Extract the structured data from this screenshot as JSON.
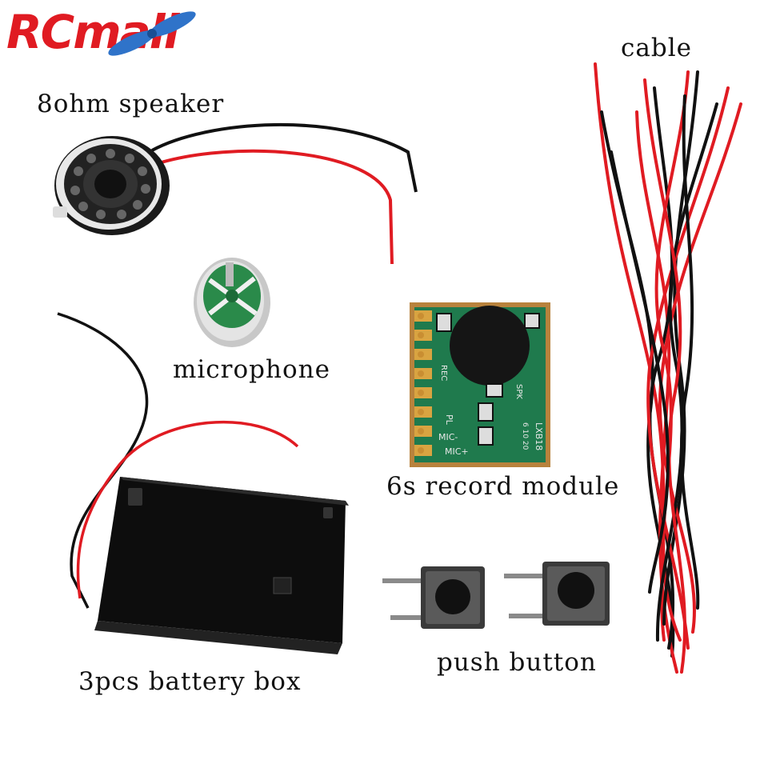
{
  "logo": {
    "text": "RCmall",
    "color": "#e01b22"
  },
  "items": {
    "speaker": "8ohm speaker",
    "microphone": "microphone",
    "module": "6s record module",
    "battery": "3pcs battery box",
    "button": "push button",
    "cable": "cable"
  },
  "pcb_labels": {
    "rec": "REC",
    "pl": "PL",
    "mic_minus": "MIC-",
    "mic_plus": "MIC+",
    "spk": "SPK",
    "part": "LXB18",
    "date": "6 10 20"
  },
  "colors": {
    "wire_red": "#e01b22",
    "wire_black": "#111111",
    "pcb_green": "#1f7a4d",
    "battery_black": "#0d0d0d"
  }
}
